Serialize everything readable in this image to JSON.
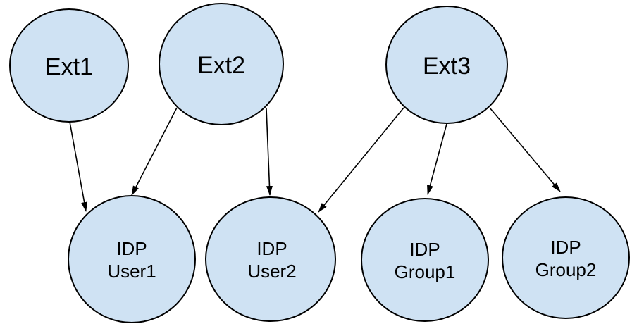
{
  "diagram": {
    "background_color": "#ffffff",
    "node_fill_color": "#cfe2f3",
    "node_border_color": "#000000",
    "edge_color": "#000000",
    "nodes": {
      "ext1": {
        "label": "Ext1"
      },
      "ext2": {
        "label": "Ext2"
      },
      "ext3": {
        "label": "Ext3"
      },
      "idp_user1": {
        "line1": "IDP",
        "line2": "User1"
      },
      "idp_user2": {
        "line1": "IDP",
        "line2": "User2"
      },
      "idp_group1": {
        "line1": "IDP",
        "line2": "Group1"
      },
      "idp_group2": {
        "line1": "IDP",
        "line2": "Group2"
      }
    },
    "edges": [
      {
        "from": "Ext1",
        "to": "IDP User1"
      },
      {
        "from": "Ext2",
        "to": "IDP User1"
      },
      {
        "from": "Ext2",
        "to": "IDP User2"
      },
      {
        "from": "Ext3",
        "to": "IDP User2"
      },
      {
        "from": "Ext3",
        "to": "IDP Group1"
      },
      {
        "from": "Ext3",
        "to": "IDP Group2"
      }
    ]
  }
}
